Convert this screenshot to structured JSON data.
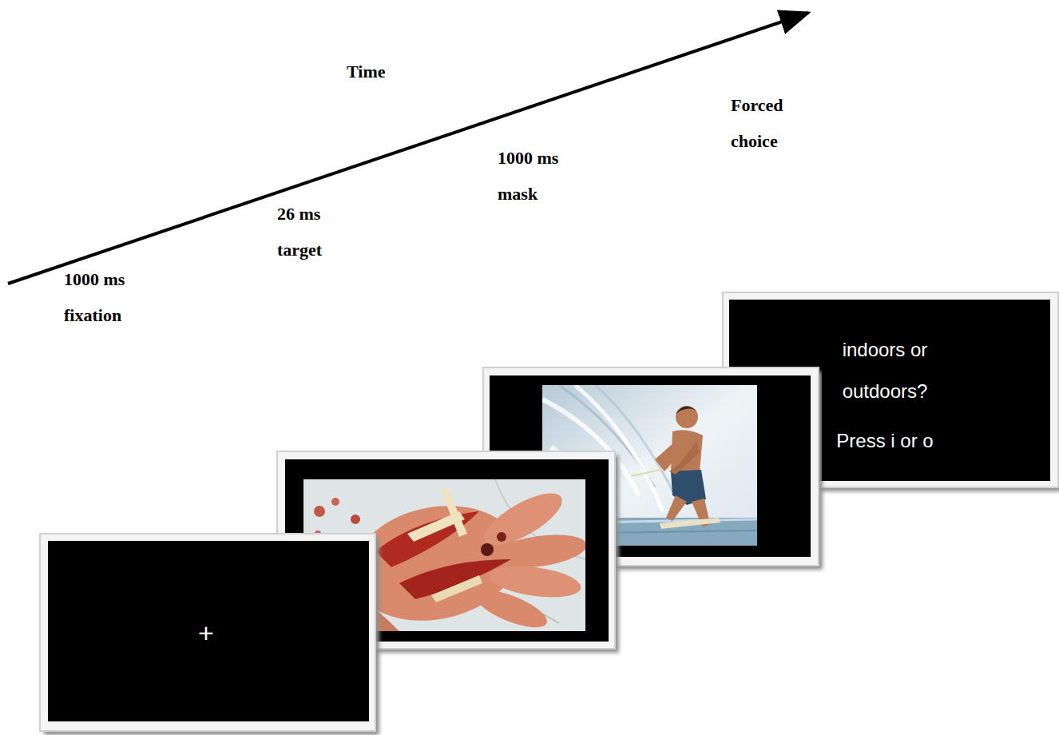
{
  "diagram": {
    "nodes": [
      {
        "text": [
          "+"
        ]
      },
      {
        "text": [
          "indoors or outdoors?",
          "Press i or o"
        ]
      }
    ],
    "labels": [
      "Time",
      "1000 ms fixation",
      "26 ms target",
      "1000 ms mask",
      "Forced choice"
    ]
  }
}
